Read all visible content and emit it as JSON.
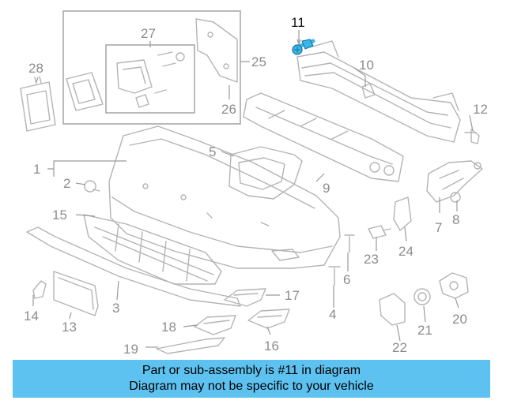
{
  "diagram": {
    "highlight_color": "#37b8ec",
    "highlighted_part": "11",
    "callouts": {
      "c1": "1",
      "c2": "2",
      "c3": "3",
      "c4": "4",
      "c5": "5",
      "c6": "6",
      "c7": "7",
      "c8": "8",
      "c9": "9",
      "c10": "10",
      "c11": "11",
      "c12": "12",
      "c13": "13",
      "c14": "14",
      "c15": "15",
      "c16": "16",
      "c17": "17",
      "c18": "18",
      "c19": "19",
      "c20": "20",
      "c21": "21",
      "c22": "22",
      "c23": "23",
      "c24": "24",
      "c25": "25",
      "c26": "26",
      "c27": "27",
      "c28": "28"
    }
  },
  "banner": {
    "background": "#5ec2f0",
    "line1": "Part or sub-assembly is #11 in diagram",
    "line2": "Diagram may not be specific to your vehicle"
  }
}
